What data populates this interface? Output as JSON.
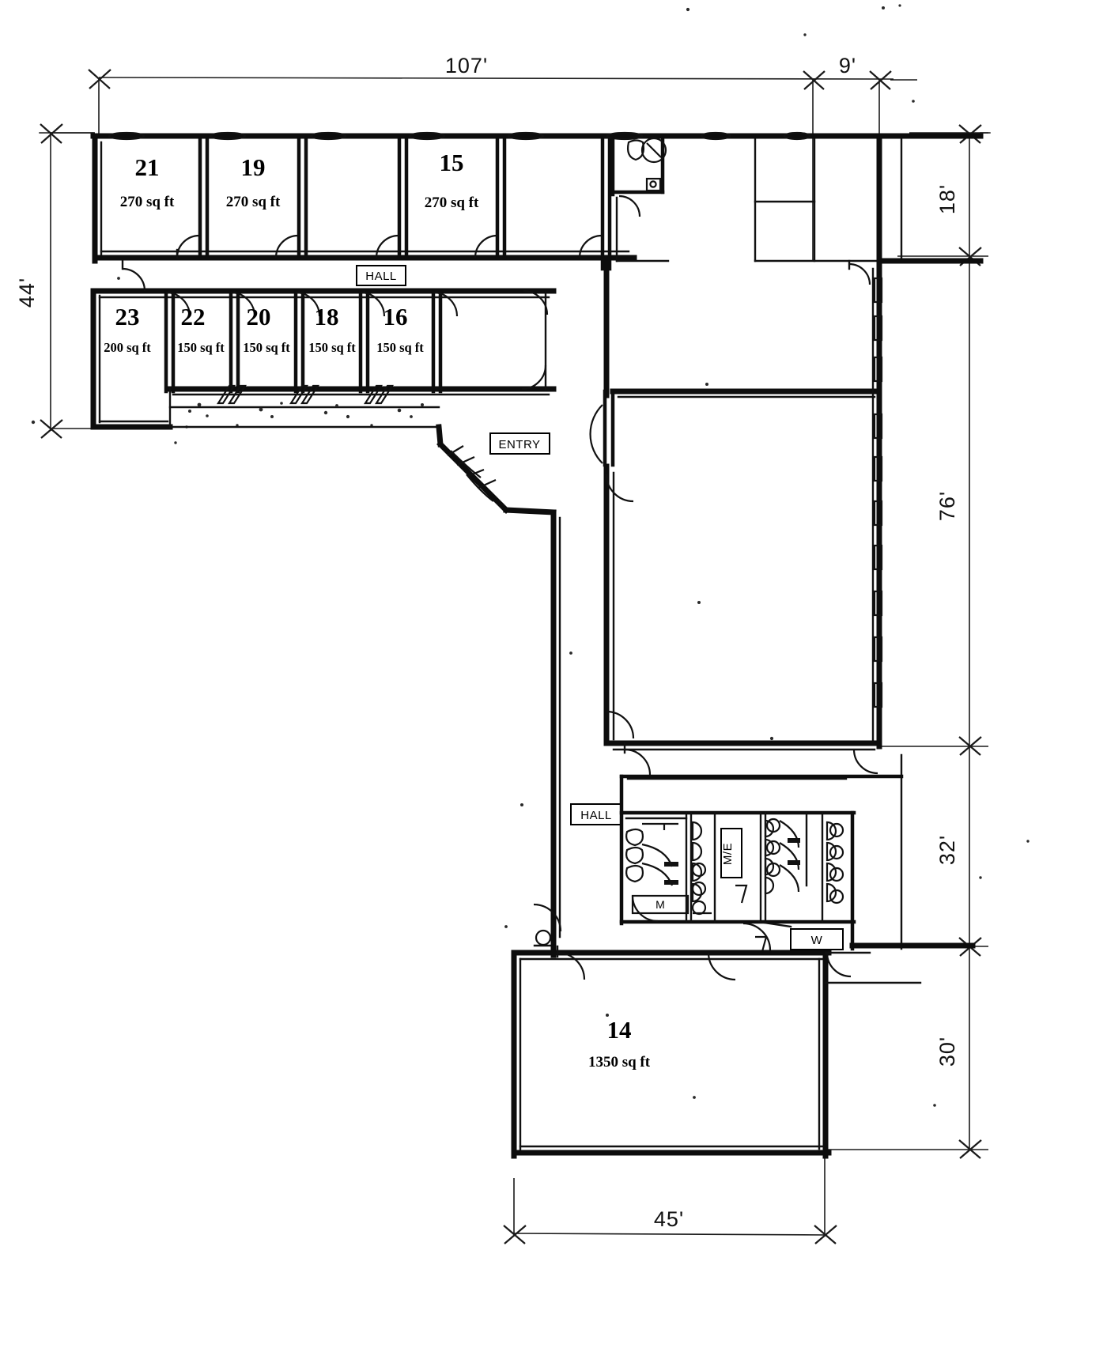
{
  "document": {
    "title": "Building Floor Plan",
    "type": "architectural-floor-plan"
  },
  "dimensions": {
    "top_overall": "107'",
    "top_right_segment": "9'",
    "left_vertical": "44'",
    "right_upper": "18'",
    "right_middle": "76'",
    "right_lower": "32'",
    "right_bottom": "30'",
    "bottom": "45'"
  },
  "rooms": {
    "upper_row": [
      {
        "number": "21",
        "area": "270 sq ft"
      },
      {
        "number": "19",
        "area": "270 sq ft"
      },
      {
        "number": "15",
        "area": "270 sq ft"
      }
    ],
    "lower_row": [
      {
        "number": "23",
        "area": "200 sq ft"
      },
      {
        "number": "22",
        "area": "150 sq ft"
      },
      {
        "number": "20",
        "area": "150 sq ft"
      },
      {
        "number": "18",
        "area": "150 sq ft"
      },
      {
        "number": "16",
        "area": "150 sq ft"
      }
    ],
    "large": [
      {
        "number": "14",
        "area": "1350 sq ft"
      }
    ]
  },
  "labels": {
    "hall_top": "HALL",
    "hall_bottom": "HALL",
    "entry": "ENTRY",
    "mech_elec": "M/E",
    "mens_room": "M",
    "womens_room": "W"
  }
}
